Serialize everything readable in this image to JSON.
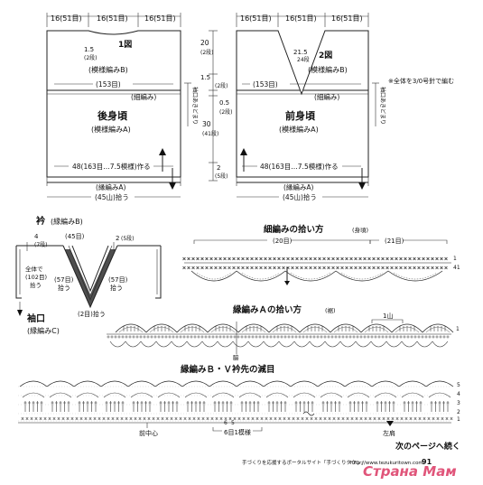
{
  "back": {
    "dim_top_left": "16(51目)",
    "dim_top_mid": "16(51目)",
    "dim_top_right": "16(51目)",
    "fig_label": "1図",
    "neck_dim": "1.5",
    "neck_rows": "(2段)",
    "pattern_b": "(模様編みB)",
    "width_153": "(153目)",
    "fine_stitch": "(細編み)",
    "title": "後身頃",
    "pattern_a": "(模様編みA)",
    "cast_on": "48(163目…7.5模様)作る",
    "hem_pattern": "(縁編みA)",
    "pick_up": "(45山)拾う"
  },
  "front": {
    "dim_top_left": "16(51目)",
    "dim_top_mid": "16(51目)",
    "dim_top_right": "16(51目)",
    "v_dim": "21.5",
    "v_rows": "24段",
    "fig_label": "2図",
    "pattern_b": "(模様編みB)",
    "width_153": "(153目)",
    "fine_stitch": "(細編み)",
    "title": "前身頃",
    "pattern_a": "(模様編みA)",
    "cast_on": "48(163目…7.5模様)作る",
    "hem_pattern": "(縁編みA)",
    "pick_up": "(45山)拾う",
    "note": "※全体を3/0号針で編む"
  },
  "vertical_dims": {
    "d20": "20",
    "d20_rows": "(2段)",
    "d1_5": "1.5",
    "d1_5_rows": "(2段)",
    "d0_5": "0.5",
    "d0_5_rows": "(2段)",
    "d30": "30",
    "d30_rows": "(41段)",
    "d2": "2",
    "d2_rows": "(5段)",
    "side_open": "袖口あきどまり"
  },
  "collar": {
    "title": "衿",
    "pattern": "(縁編みB)",
    "left_num": "4",
    "left_rows": "(7段)",
    "right_num": "2",
    "right_rows": "(5段)",
    "top_count": "(45目)",
    "left_count": "(57目)",
    "right_count": "(57目)",
    "bottom_count": "(2目)拾う",
    "left_pick": "拾う",
    "right_pick": "拾う",
    "whole": "全体で",
    "whole_count": "(102目)",
    "whole_pick": "拾う"
  },
  "cuff": {
    "title": "袖口",
    "pattern": "(縁編みC)"
  },
  "section1": {
    "title": "細編みの拾い方",
    "sub": "(身頃)",
    "count_left": "(20目)",
    "count_right": "(21目)",
    "row_1": "1",
    "row_41": "41"
  },
  "section2": {
    "title": "縁編みＡの拾い方",
    "sub": "(裾)",
    "label_1": "1山",
    "row_1": "1",
    "side": "脇"
  },
  "section3": {
    "title": "縁編みＢ・Ｖ衿先の減目",
    "rows": [
      "5",
      "4",
      "3",
      "2",
      "1"
    ],
    "num_6": "6",
    "num_5": "5",
    "repeat": "6目1模様",
    "front_center": "前中心",
    "shoulder": "左肩"
  },
  "footer": {
    "next": "次のページへ続く",
    "caption": "手づくりを応援するポータルサイト「手づくりタウン」",
    "url": "http://www.tezukuritown.com",
    "page": "91",
    "watermark": "Страна Мам"
  }
}
